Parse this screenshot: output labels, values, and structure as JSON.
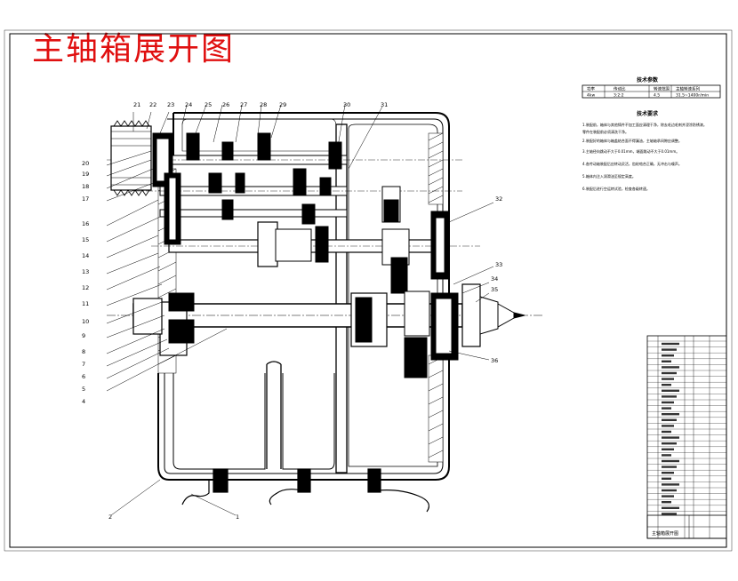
{
  "title": "主轴箱展开图",
  "tech_params": {
    "heading": "技术参数",
    "headers": [
      "功率",
      "传动比",
      "转速范围",
      "主轴转速系列"
    ],
    "values": [
      "4kw",
      "3:2:2",
      "4.5",
      "31.5~1400r/min"
    ]
  },
  "tech_req": {
    "heading": "技术要求",
    "lines": [
      "1.装配前，箱体与其他铸件不加工面应清理干净，除去毛边毛刺并浸涂防锈漆。",
      "  零件在装配前必须清洗干净。",
      "2.装配好的箱体与箱盖结合面不得漏油，主轴轴承间隙应调整。",
      "3.主轴径向跳动不大于0.01mm，端面跳动不大于0.01mm。",
      "4.各传动轴装配后应转动灵活，齿轮啮合正确，无冲击与噪声。",
      "5.箱体内注入润滑油至规定高度。",
      "6.装配后进行空运转试验，检查各级转速。"
    ]
  },
  "part_labels_left": [
    "20",
    "19",
    "18",
    "17",
    "16",
    "15",
    "14",
    "13",
    "12",
    "11",
    "10",
    "9",
    "8",
    "7",
    "6",
    "5",
    "4"
  ],
  "part_labels_top": [
    "21",
    "22",
    "23",
    "24",
    "25",
    "26",
    "27",
    "28",
    "29",
    "30",
    "31"
  ],
  "part_labels_right": [
    "32",
    "33",
    "34",
    "35",
    "36"
  ],
  "part_labels_bottom": [
    "2",
    "1"
  ],
  "bom_footer": "主轴箱展开图"
}
